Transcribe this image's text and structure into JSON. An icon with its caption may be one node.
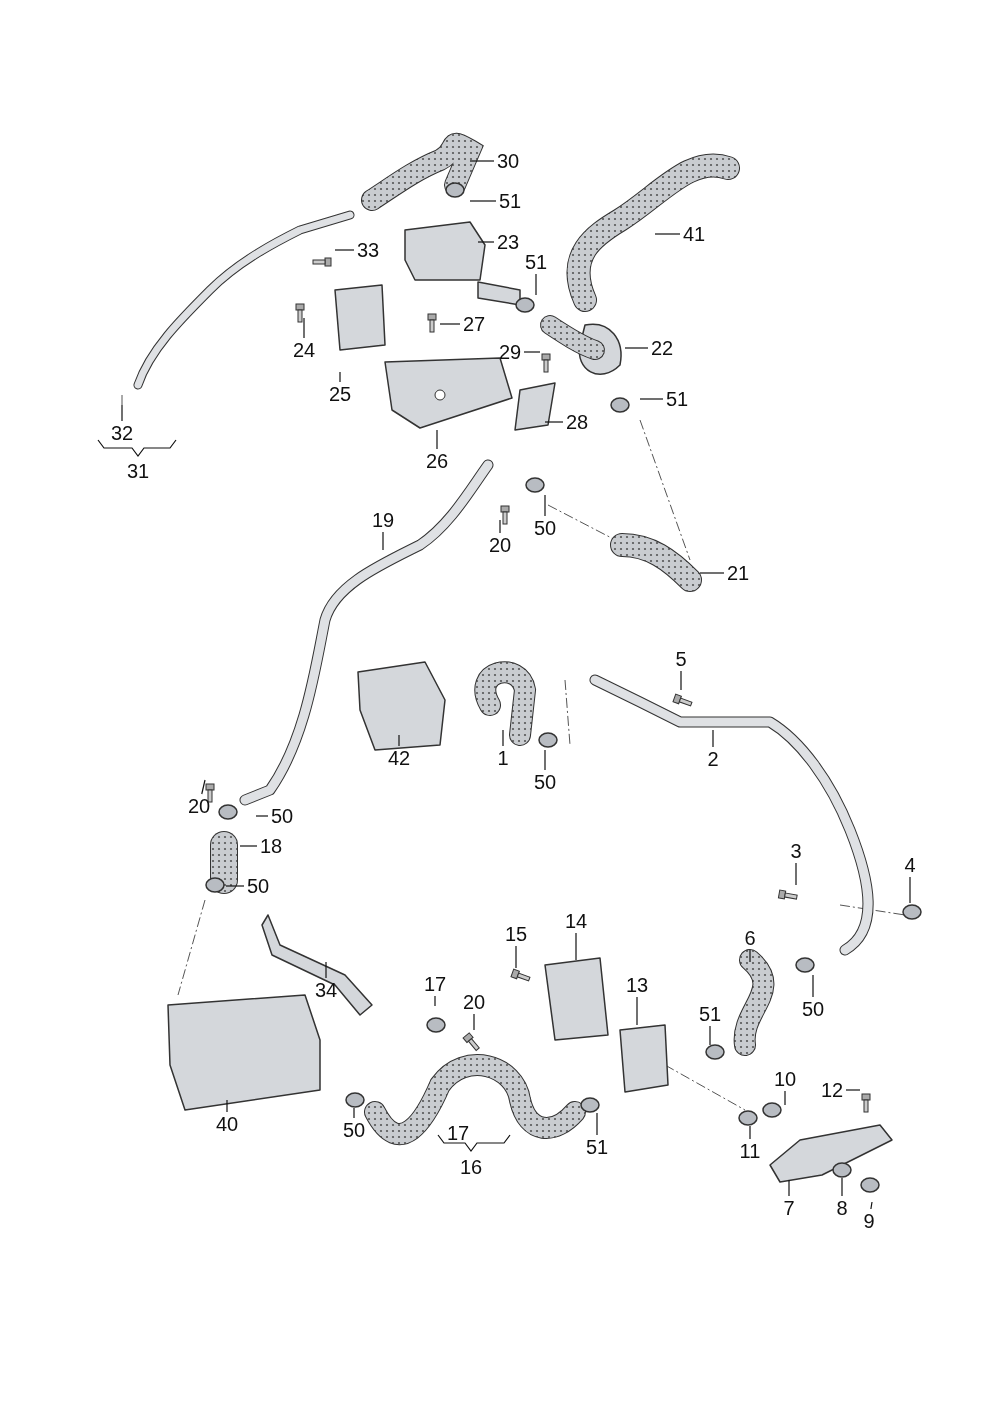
{
  "diagram": {
    "nodes": [
      {
        "text": [
          "30"
        ]
      },
      {
        "text": [
          "51"
        ]
      },
      {
        "text": [
          "23"
        ]
      },
      {
        "text": [
          "41"
        ]
      },
      {
        "text": [
          "33"
        ]
      },
      {
        "text": [
          "51"
        ]
      },
      {
        "text": [
          "27"
        ]
      },
      {
        "text": [
          "24"
        ]
      },
      {
        "text": [
          "22"
        ]
      },
      {
        "text": [
          "25"
        ]
      },
      {
        "text": [
          "29"
        ]
      },
      {
        "text": [
          "51"
        ]
      },
      {
        "text": [
          "28"
        ]
      },
      {
        "text": [
          "26"
        ]
      },
      {
        "text": [
          "32"
        ]
      },
      {
        "text": [
          "19"
        ]
      },
      {
        "text": [
          "20"
        ]
      },
      {
        "text": [
          "50"
        ]
      },
      {
        "text": [
          "21"
        ]
      },
      {
        "text": [
          "5"
        ]
      },
      {
        "text": [
          "42"
        ]
      },
      {
        "text": [
          "1"
        ]
      },
      {
        "text": [
          "2"
        ]
      },
      {
        "text": [
          "50"
        ]
      },
      {
        "text": [
          "20"
        ]
      },
      {
        "text": [
          "50"
        ]
      },
      {
        "text": [
          "18"
        ]
      },
      {
        "text": [
          "50"
        ]
      },
      {
        "text": [
          "3"
        ]
      },
      {
        "text": [
          "4"
        ]
      },
      {
        "text": [
          "14"
        ]
      },
      {
        "text": [
          "15"
        ]
      },
      {
        "text": [
          "6"
        ]
      },
      {
        "text": [
          "17"
        ]
      },
      {
        "text": [
          "20"
        ]
      },
      {
        "text": [
          "13"
        ]
      },
      {
        "text": [
          "34"
        ]
      },
      {
        "text": [
          "51"
        ]
      },
      {
        "text": [
          "50"
        ]
      },
      {
        "text": [
          "10"
        ]
      },
      {
        "text": [
          "12"
        ]
      },
      {
        "text": [
          "40"
        ]
      },
      {
        "text": [
          "50"
        ]
      },
      {
        "text": [
          "51"
        ]
      },
      {
        "text": [
          "11"
        ]
      },
      {
        "text": [
          "7"
        ]
      },
      {
        "text": [
          "8"
        ]
      },
      {
        "text": [
          "9"
        ]
      }
    ],
    "edges": [
      {
        "from": 0,
        "to": null,
        "arrow": "none"
      },
      {
        "from": 1,
        "to": null,
        "arrow": "none"
      },
      {
        "from": 2,
        "to": null,
        "arrow": "none"
      },
      {
        "from": 3,
        "to": null,
        "arrow": "none"
      },
      {
        "from": 4,
        "to": null,
        "arrow": "none"
      },
      {
        "from": 5,
        "to": null,
        "arrow": "none"
      },
      {
        "from": 6,
        "to": null,
        "arrow": "none"
      },
      {
        "from": 7,
        "to": null,
        "arrow": "none"
      },
      {
        "from": 8,
        "to": null,
        "arrow": "none"
      },
      {
        "from": 9,
        "to": null,
        "arrow": "none"
      },
      {
        "from": 10,
        "to": null,
        "arrow": "none"
      },
      {
        "from": 11,
        "to": null,
        "arrow": "none"
      },
      {
        "from": 12,
        "to": null,
        "arrow": "none"
      },
      {
        "from": 13,
        "to": null,
        "arrow": "none"
      },
      {
        "from": 14,
        "to": null,
        "arrow": "none"
      },
      {
        "from": 15,
        "to": null,
        "arrow": "none"
      },
      {
        "from": 16,
        "to": null,
        "arrow": "none"
      },
      {
        "from": 17,
        "to": null,
        "arrow": "none"
      },
      {
        "from": 18,
        "to": null,
        "arrow": "none"
      },
      {
        "from": 19,
        "to": null,
        "arrow": "none"
      },
      {
        "from": 20,
        "to": null,
        "arrow": "none"
      },
      {
        "from": 21,
        "to": null,
        "arrow": "none"
      },
      {
        "from": 22,
        "to": null,
        "arrow": "none"
      },
      {
        "from": 23,
        "to": null,
        "arrow": "none"
      },
      {
        "from": 24,
        "to": null,
        "arrow": "none"
      },
      {
        "from": 25,
        "to": null,
        "arrow": "none"
      },
      {
        "from": 26,
        "to": null,
        "arrow": "none"
      },
      {
        "from": 27,
        "to": null,
        "arrow": "none"
      },
      {
        "from": 28,
        "to": null,
        "arrow": "none"
      },
      {
        "from": 29,
        "to": null,
        "arrow": "none"
      },
      {
        "from": 30,
        "to": null,
        "arrow": "none"
      },
      {
        "from": 31,
        "to": null,
        "arrow": "none"
      },
      {
        "from": 32,
        "to": null,
        "arrow": "none"
      },
      {
        "from": 33,
        "to": null,
        "arrow": "none"
      },
      {
        "from": 34,
        "to": null,
        "arrow": "none"
      },
      {
        "from": 35,
        "to": null,
        "arrow": "none"
      },
      {
        "from": 36,
        "to": null,
        "arrow": "none"
      },
      {
        "from": 37,
        "to": null,
        "arrow": "none"
      },
      {
        "from": 38,
        "to": null,
        "arrow": "none"
      },
      {
        "from": 39,
        "to": null,
        "arrow": "none"
      },
      {
        "from": 40,
        "to": null,
        "arrow": "none"
      },
      {
        "from": 41,
        "to": null,
        "arrow": "none"
      },
      {
        "from": 42,
        "to": null,
        "arrow": "none"
      },
      {
        "from": 43,
        "to": null,
        "arrow": "none"
      },
      {
        "from": 44,
        "to": null,
        "arrow": "none"
      },
      {
        "from": 45,
        "to": null,
        "arrow": "none"
      },
      {
        "from": 46,
        "to": null,
        "arrow": "none"
      },
      {
        "from": 47,
        "to": null,
        "arrow": "none"
      }
    ],
    "labels": [
      "31",
      "17",
      "16"
    ]
  }
}
